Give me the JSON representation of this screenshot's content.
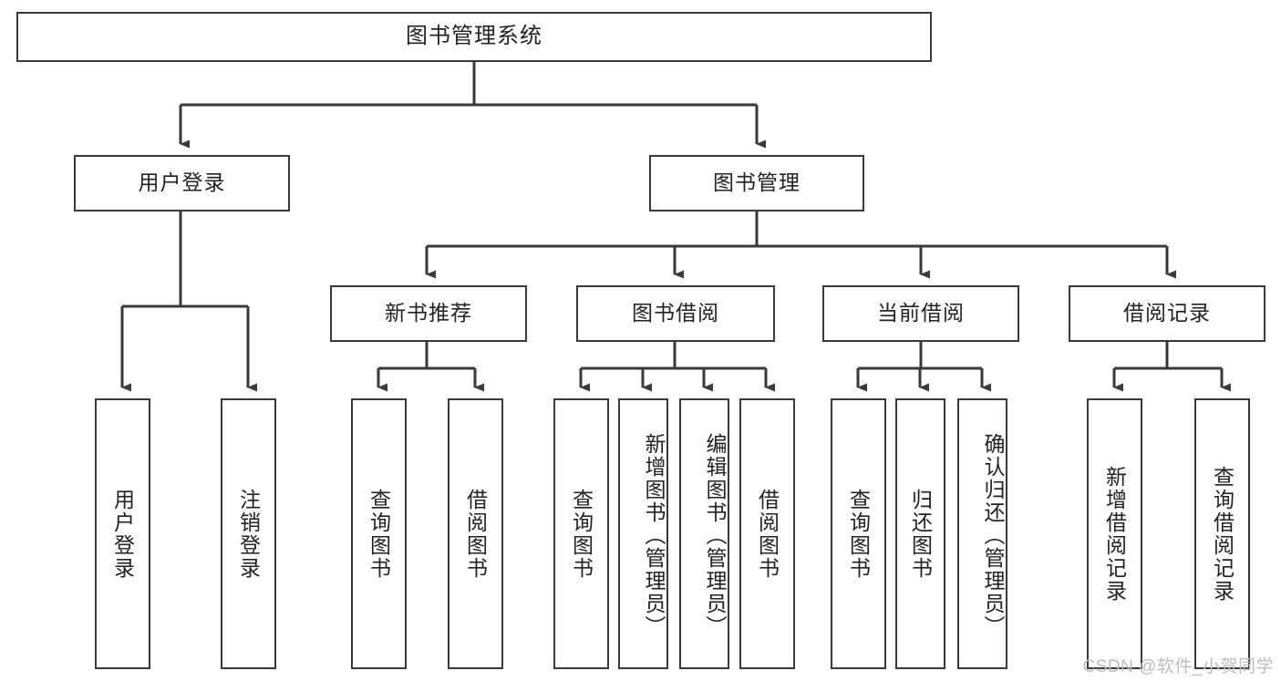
{
  "diagram": {
    "title": "图书管理系统",
    "type": "tree-hierarchy",
    "watermark": "CSDN @软件_小贺同学",
    "stroke_color": "#3a3a3a",
    "fill_color": "#ffffff",
    "text_color": "#222222",
    "watermark_color": "#bdbdbd"
  },
  "nodes": {
    "root": {
      "label": "图书管理系统"
    },
    "level2": [
      {
        "id": "user-login",
        "label": "用户登录"
      },
      {
        "id": "book-manage",
        "label": "图书管理"
      }
    ],
    "level3": [
      {
        "id": "new-book-recommend",
        "label": "新书推荐"
      },
      {
        "id": "book-borrow",
        "label": "图书借阅"
      },
      {
        "id": "current-borrow",
        "label": "当前借阅"
      },
      {
        "id": "borrow-record",
        "label": "借阅记录"
      }
    ],
    "leaves": {
      "user-login": [
        {
          "id": "leaf-user-login",
          "label": "用户登录"
        },
        {
          "id": "leaf-logout",
          "label": "注销登录"
        }
      ],
      "new-book-recommend": [
        {
          "id": "leaf-query-book-1",
          "label": "查询图书"
        },
        {
          "id": "leaf-borrow-book-1",
          "label": "借阅图书"
        }
      ],
      "book-borrow": [
        {
          "id": "leaf-query-book-2",
          "label": "查询图书"
        },
        {
          "id": "leaf-add-book",
          "label": "新增图书（管理员）"
        },
        {
          "id": "leaf-edit-book",
          "label": "编辑图书（管理员）"
        },
        {
          "id": "leaf-borrow-book-2",
          "label": "借阅图书"
        }
      ],
      "current-borrow": [
        {
          "id": "leaf-query-book-3",
          "label": "查询图书"
        },
        {
          "id": "leaf-return-book",
          "label": "归还图书"
        },
        {
          "id": "leaf-confirm-return",
          "label": "确认归还（管理员）"
        }
      ],
      "borrow-record": [
        {
          "id": "leaf-add-record",
          "label": "新增借阅记录"
        },
        {
          "id": "leaf-query-record",
          "label": "查询借阅记录"
        }
      ]
    }
  }
}
